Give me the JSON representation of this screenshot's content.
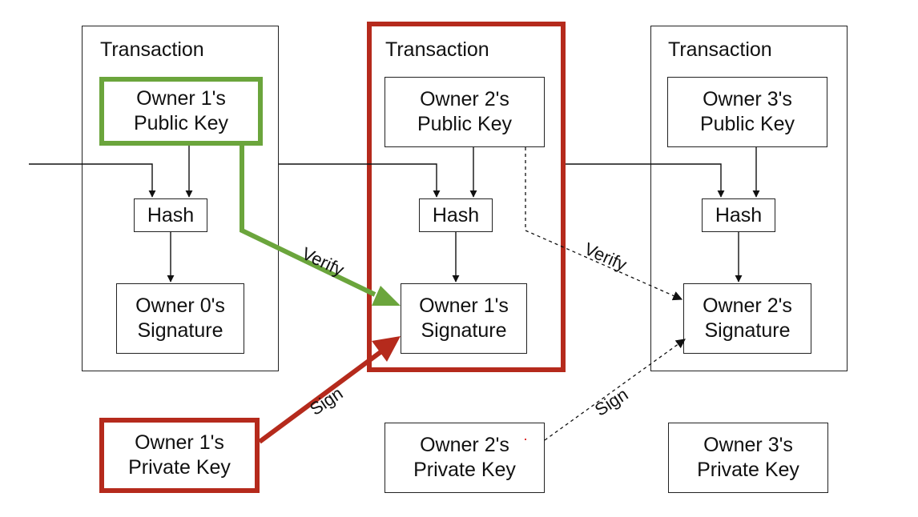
{
  "transactions": [
    {
      "title": "Transaction",
      "public_key": [
        "Owner 1's",
        "Public Key"
      ],
      "hash": "Hash",
      "signature": [
        "Owner 0's",
        "Signature"
      ]
    },
    {
      "title": "Transaction",
      "public_key": [
        "Owner 2's",
        "Public Key"
      ],
      "hash": "Hash",
      "signature": [
        "Owner 1's",
        "Signature"
      ]
    },
    {
      "title": "Transaction",
      "public_key": [
        "Owner 3's",
        "Public Key"
      ],
      "hash": "Hash",
      "signature": [
        "Owner 2's",
        "Signature"
      ]
    }
  ],
  "private_keys": [
    [
      "Owner 1's",
      "Private Key"
    ],
    [
      "Owner 2's",
      "Private Key"
    ],
    [
      "Owner 3's",
      "Private Key"
    ]
  ],
  "labels": {
    "verify_highlight": "Verify",
    "sign_highlight": "Sign",
    "verify_dashed": "Verify",
    "sign_dashed": "Sign"
  },
  "colors": {
    "green_highlight": "#6ba53c",
    "red_highlight": "#b52a1c",
    "line": "#111111"
  }
}
